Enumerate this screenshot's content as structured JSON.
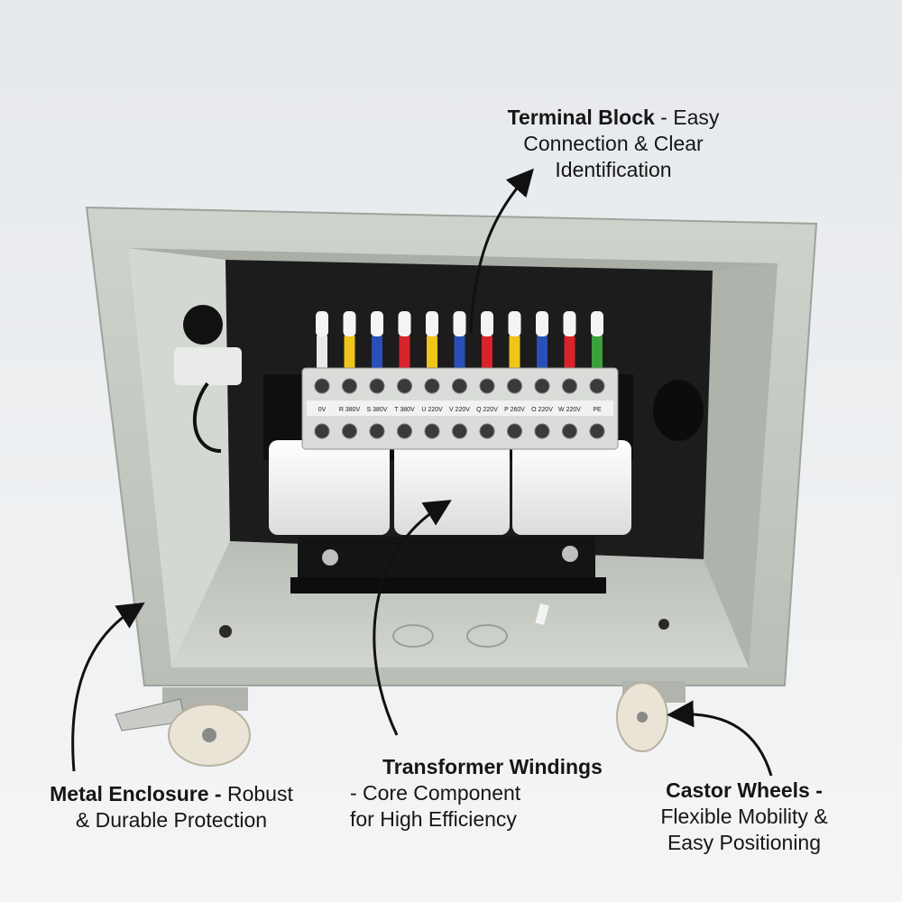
{
  "annotations": {
    "terminal_block": {
      "title": "Terminal Block",
      "line1_rest": " - Easy",
      "line2": "Connection & Clear",
      "line3": "Identification"
    },
    "transformer_windings": {
      "title": "Transformer Windings",
      "line2": "- Core Component",
      "line3": "for High Efficiency"
    },
    "metal_enclosure": {
      "title": "Metal Enclosure -",
      "line1_rest": " Robust",
      "line2": "& Durable Protection"
    },
    "castor_wheels": {
      "title": "Castor Wheels -",
      "line2": "Flexible Mobility &",
      "line3": "Easy Positioning"
    }
  },
  "terminal_labels": [
    "0V",
    "R 380V",
    "S 380V",
    "T 380V",
    "U 220V",
    "V 220V",
    "Q 220V",
    "P 260V",
    "O 220V",
    "W 220V",
    "PE"
  ],
  "wire_colors": [
    "#e8e8e8",
    "#f0c419",
    "#2a4fb8",
    "#d8232a",
    "#f0c419",
    "#2a4fb8",
    "#d8232a",
    "#f0c419",
    "#2a4fb8",
    "#d8232a",
    "#3aa13a"
  ],
  "colors": {
    "enclosure": "#c5cac3",
    "interior": "#1a1a1a",
    "coil": "#f2f2f2",
    "arrow": "#111111"
  }
}
